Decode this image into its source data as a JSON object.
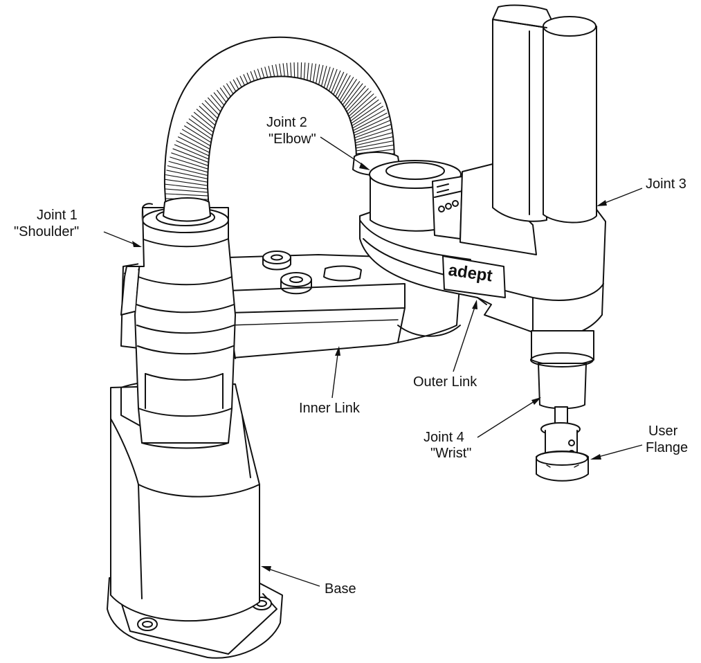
{
  "figure": {
    "labels": {
      "joint1_line1": "Joint 1",
      "joint1_line2": "\"Shoulder\"",
      "joint2_line1": "Joint 2",
      "joint2_line2": "\"Elbow\"",
      "joint3": "Joint 3",
      "joint4_line1": "Joint 4",
      "joint4_line2": "\"Wrist\"",
      "user_flange_line1": "User",
      "user_flange_line2": "Flange",
      "inner_link": "Inner Link",
      "outer_link": "Outer Link",
      "base": "Base"
    },
    "logo_text": "adept",
    "colors": {
      "ink": "#111111",
      "paper": "#ffffff"
    }
  }
}
